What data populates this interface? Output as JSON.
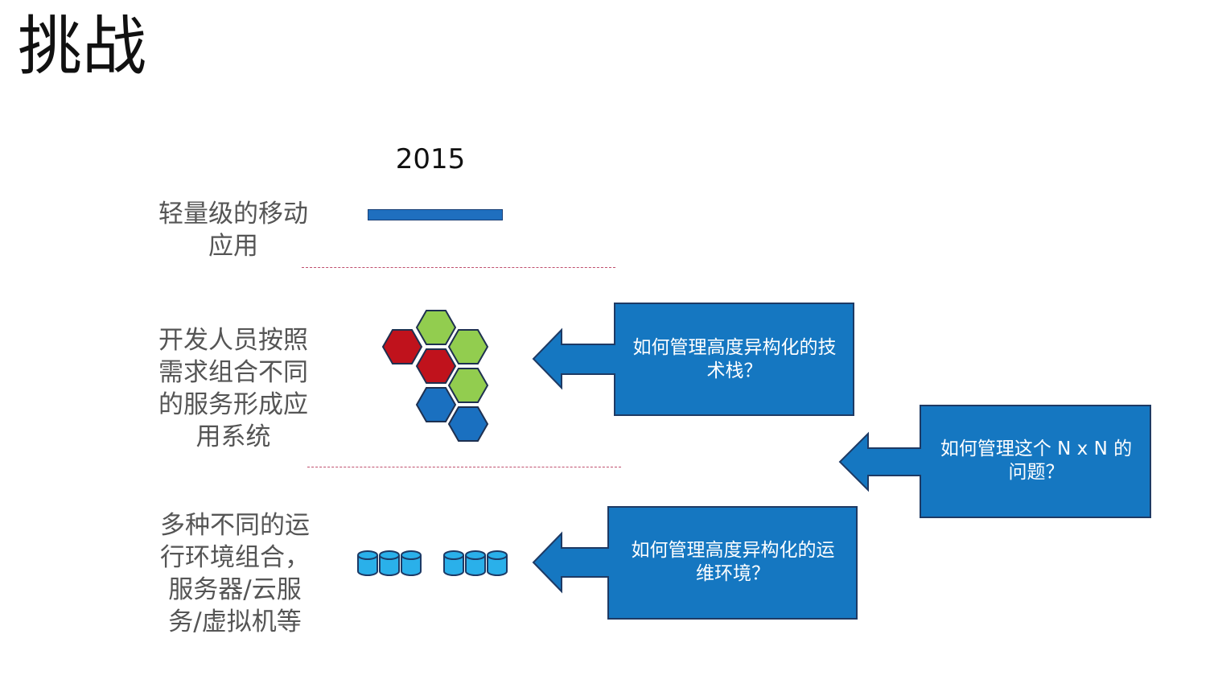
{
  "title": "挑战",
  "year": "2015",
  "rows": [
    {
      "label": "轻量级的移动应用"
    },
    {
      "label": "开发人员按照需求组合不同的服务形成应用系统"
    },
    {
      "label": "多种不同的运行环境组合，服务器/云服务/虚拟机等"
    }
  ],
  "callouts": [
    {
      "text": "如何管理高度异构化的技术栈？"
    },
    {
      "text": "如何管理这个 N x N 的问题？"
    },
    {
      "text": "如何管理高度异构化的运维环境？"
    }
  ],
  "colors": {
    "callout_fill": "#1577c1",
    "callout_border": "#1e3a64",
    "hex_red": "#c0121c",
    "hex_green": "#92cd4f",
    "hex_blue": "#1a70c0",
    "db_fill": "#2ab0ea",
    "divider": "#c0506e"
  }
}
